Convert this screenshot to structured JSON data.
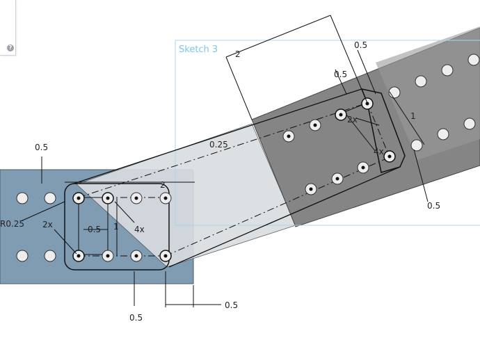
{
  "sketch": {
    "name": "Sketch 3"
  },
  "help": {
    "glyph": "?"
  },
  "dimensions": {
    "top_2": "2",
    "top_0_5": "0.5",
    "inner_0_5": "0.5",
    "right_2x": "2x",
    "right_4x": "4x",
    "right_1": "1",
    "right_bottom_0_5": "0.5",
    "mid_0_25": "0.25",
    "left_top_0_5": "0.5",
    "left_2": "2",
    "left_r": "R0.25",
    "left_2x": "2x",
    "left_inner_0_5": "0.5",
    "left_1": "1",
    "left_4x": "4x",
    "bottom_0_5_right": "0.5",
    "bottom_0_5": "0.5"
  },
  "colors": {
    "left_plate": "#7f9cb3",
    "right_plate": "#8a8a8a",
    "right_plate_far": "#9a9a9a",
    "transition": "#d9dde0",
    "sketch_border": "#a8d6ef",
    "sketch_label": "#7fc4e8"
  }
}
